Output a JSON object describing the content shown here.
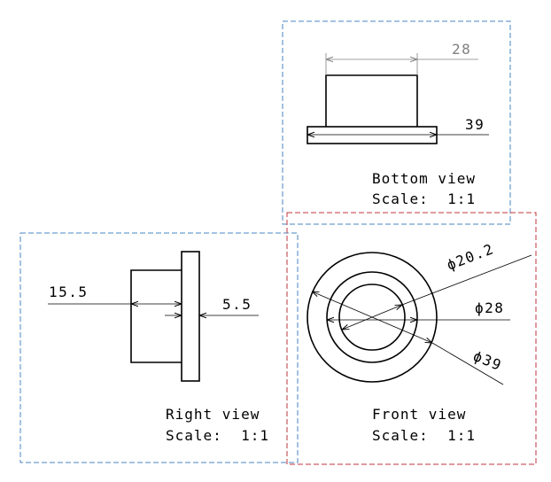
{
  "colors": {
    "frame_blue": "#4a86c2",
    "frame_red": "#c0363c",
    "line": "#000000",
    "dim_gray": "#808080",
    "background": "#ffffff"
  },
  "views": {
    "bottom": {
      "title": "Bottom view",
      "scale": "Scale:  1:1"
    },
    "right": {
      "title": "Right view",
      "scale": "Scale:  1:1"
    },
    "front": {
      "title": "Front view",
      "scale": "Scale:  1:1"
    }
  },
  "dimensions": {
    "bottom_width_28": "28",
    "bottom_width_39": "39",
    "right_length_15_5": "15.5",
    "right_thickness_5_5": "5.5",
    "front_dia_20_2": "ϕ20.2",
    "front_dia_28": "ϕ28",
    "front_dia_39": "ϕ39"
  }
}
